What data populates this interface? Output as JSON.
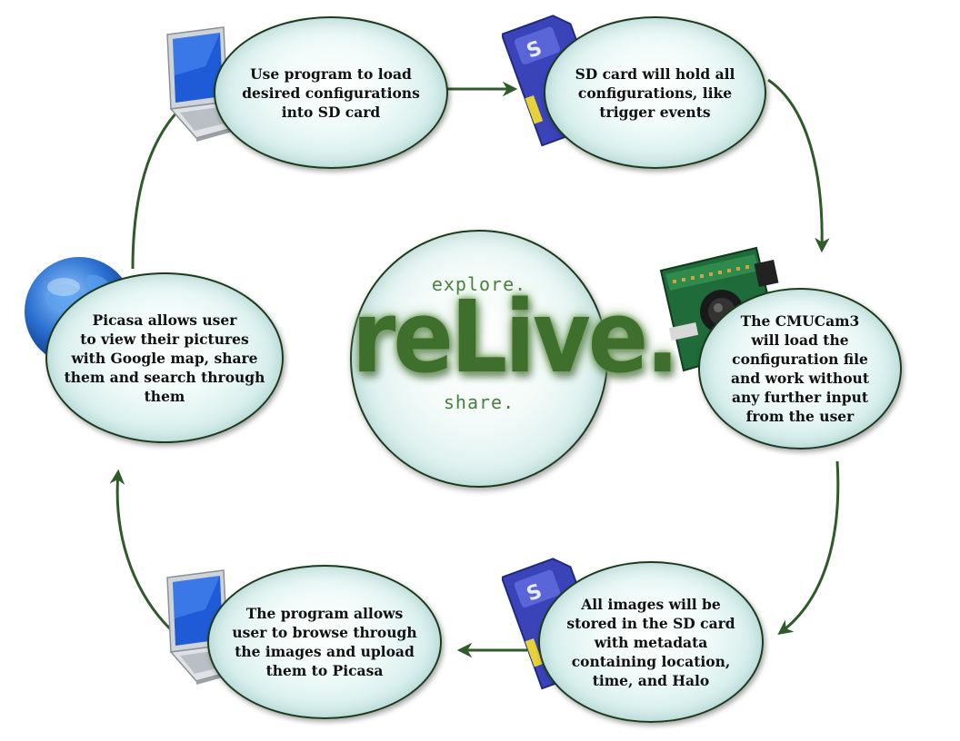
{
  "center": {
    "top": "explore.",
    "logo": "reLive.",
    "bottom": "share."
  },
  "nodes": {
    "program_load": "Use program to load\ndesired configurations\ninto SD card",
    "sd_hold": "SD card will hold all\nconfigurations, like\ntrigger events",
    "cmucam": "The CMUCam3\nwill load the\nconfiguration file\nand work without\nany further input\nfrom the user",
    "images_stored": "All images will be\nstored in the SD card\nwith metadata\ncontaining location,\ntime, and Halo",
    "program_browse": "The program allows\nuser to browse through\nthe images and upload\nthem to Picasa",
    "picasa": "Picasa allows user\nto view their pictures\nwith Google map, share\nthem and search through\nthem"
  },
  "icons": [
    "laptop-icon",
    "sd-card-icon",
    "camera-board-icon",
    "globe-icon"
  ],
  "colors": {
    "arrow": "#2f5a2a",
    "border": "#1d3a1d",
    "logo": "#3f6f2c",
    "small_text": "#4a7e3e"
  }
}
